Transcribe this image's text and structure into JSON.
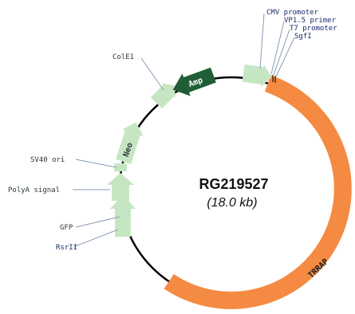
{
  "plasmid": {
    "name": "RG219527",
    "size": "(18.0 kb)",
    "colors": {
      "backbone": "#000000",
      "insert": "#f58a42",
      "feature": "#c6e6c3",
      "amp": "#1f5e37",
      "amp_text": "#ffffff",
      "neo_text": "#333333",
      "insert_text": "#1a1a1a",
      "label_dark": "#1a2a6c",
      "label_ori": "#2a3a2a",
      "leader": "#8a9ab8"
    }
  },
  "features": {
    "amp": "Amp",
    "neo": "Neo",
    "insert": "TRRAP"
  },
  "labels": {
    "cmv": "CMV promoter",
    "vp15": "VP1.5 primer",
    "t7": "T7 promoter",
    "sgfi": "SgfI",
    "cole1": "ColE1",
    "sv40": "SV40 ori",
    "polya": "PolyA signal",
    "gfp": "GFP",
    "rsrii": "RsrII"
  }
}
